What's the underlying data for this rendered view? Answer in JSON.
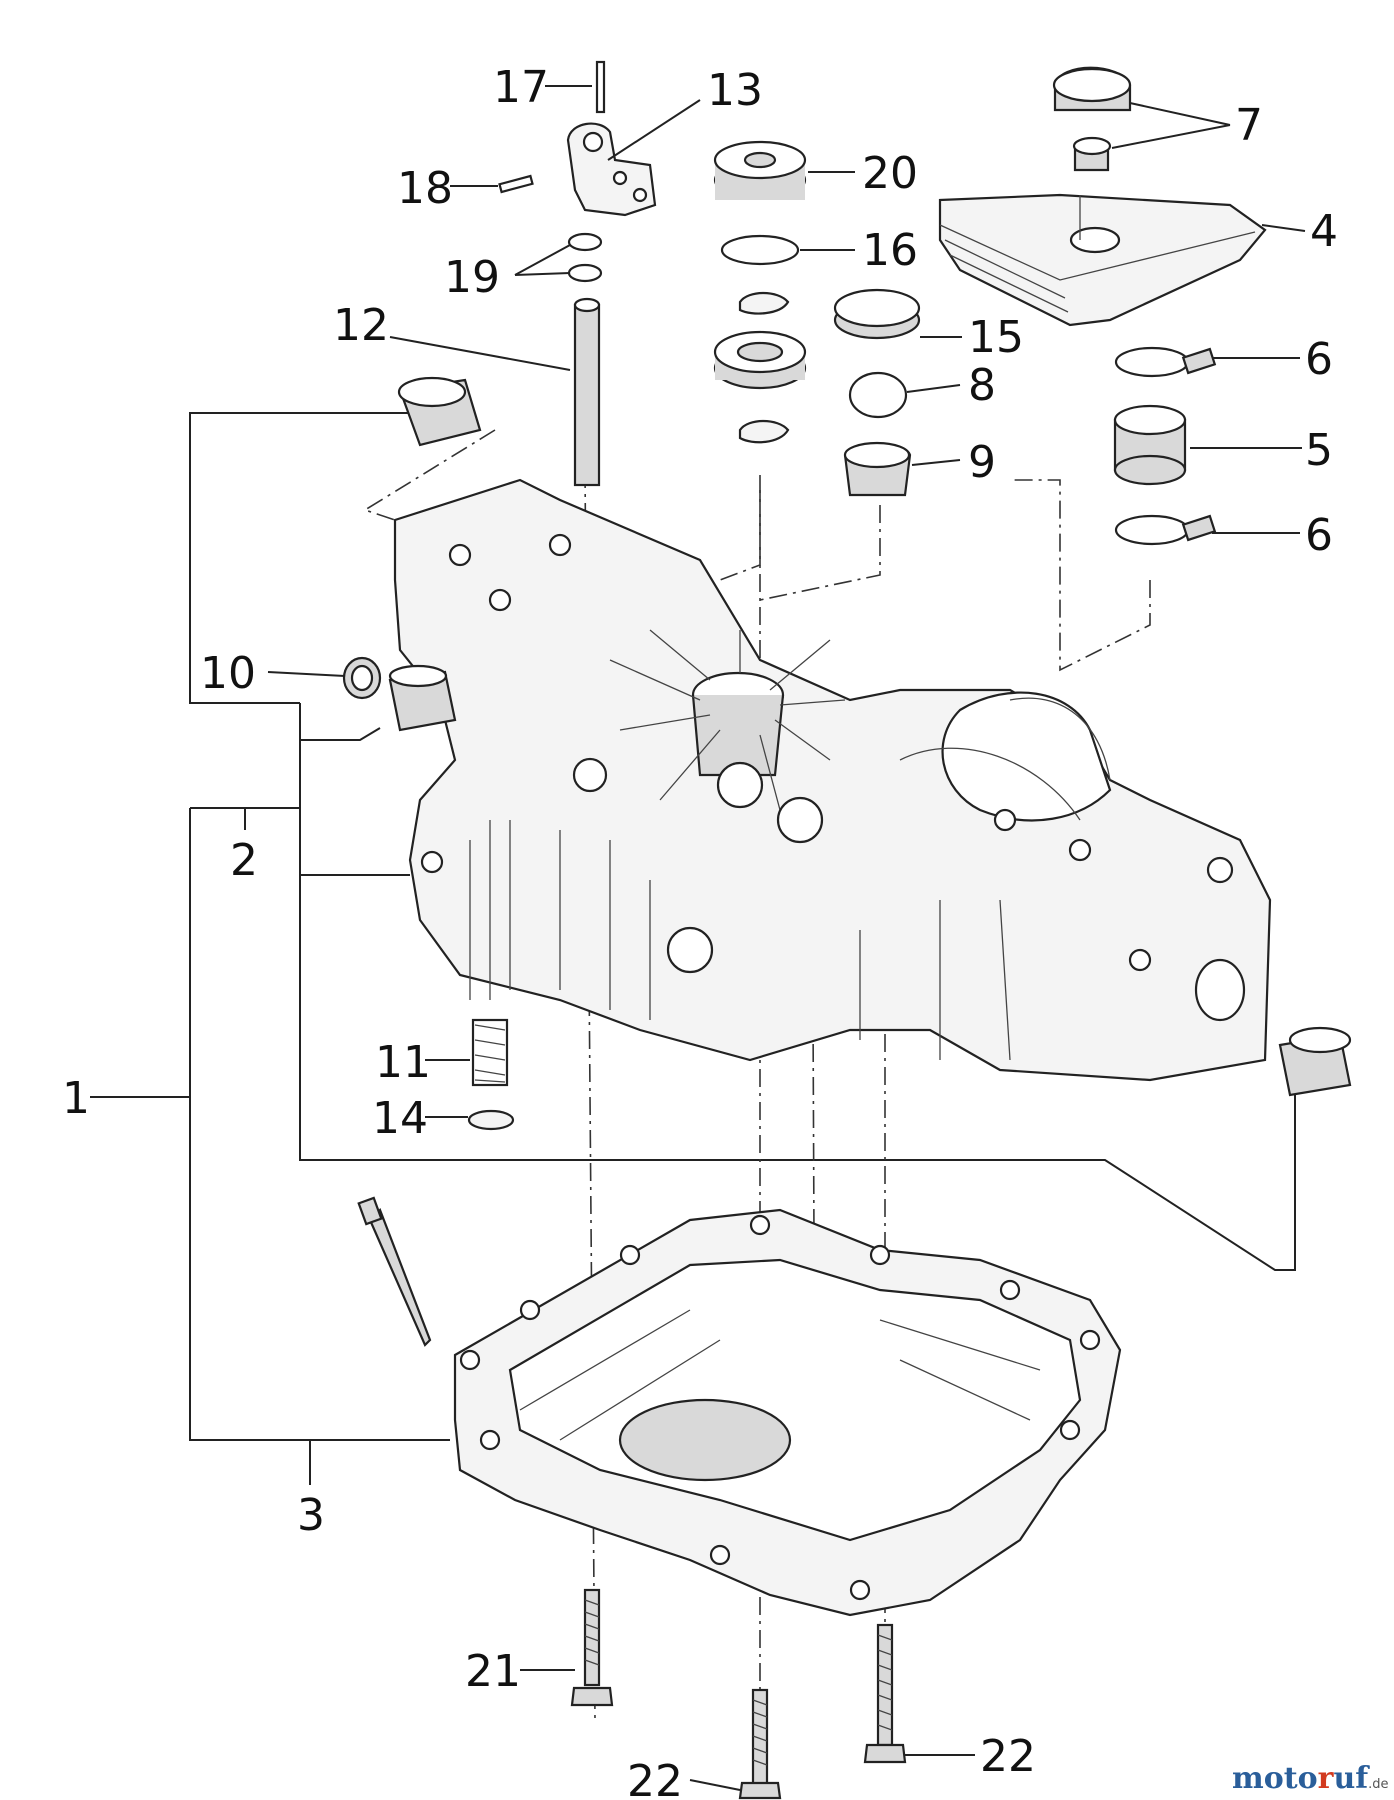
{
  "labels": {
    "l1": "1",
    "l2": "2",
    "l3": "3",
    "l4": "4",
    "l5": "5",
    "l6a": "6",
    "l6b": "6",
    "l7": "7",
    "l8": "8",
    "l9": "9",
    "l10": "10",
    "l11": "11",
    "l12": "12",
    "l13": "13",
    "l14": "14",
    "l15": "15",
    "l16": "16",
    "l17": "17",
    "l18": "18",
    "l19": "19",
    "l20": "20",
    "l21": "21",
    "l22a": "22",
    "l22b": "22"
  },
  "watermark": {
    "text_a": "moto",
    "text_r": "r",
    "text_b": "uf",
    "suffix": ".de"
  },
  "colors": {
    "watermark_blue": "#2a5e9a",
    "watermark_red": "#d23a1f"
  }
}
